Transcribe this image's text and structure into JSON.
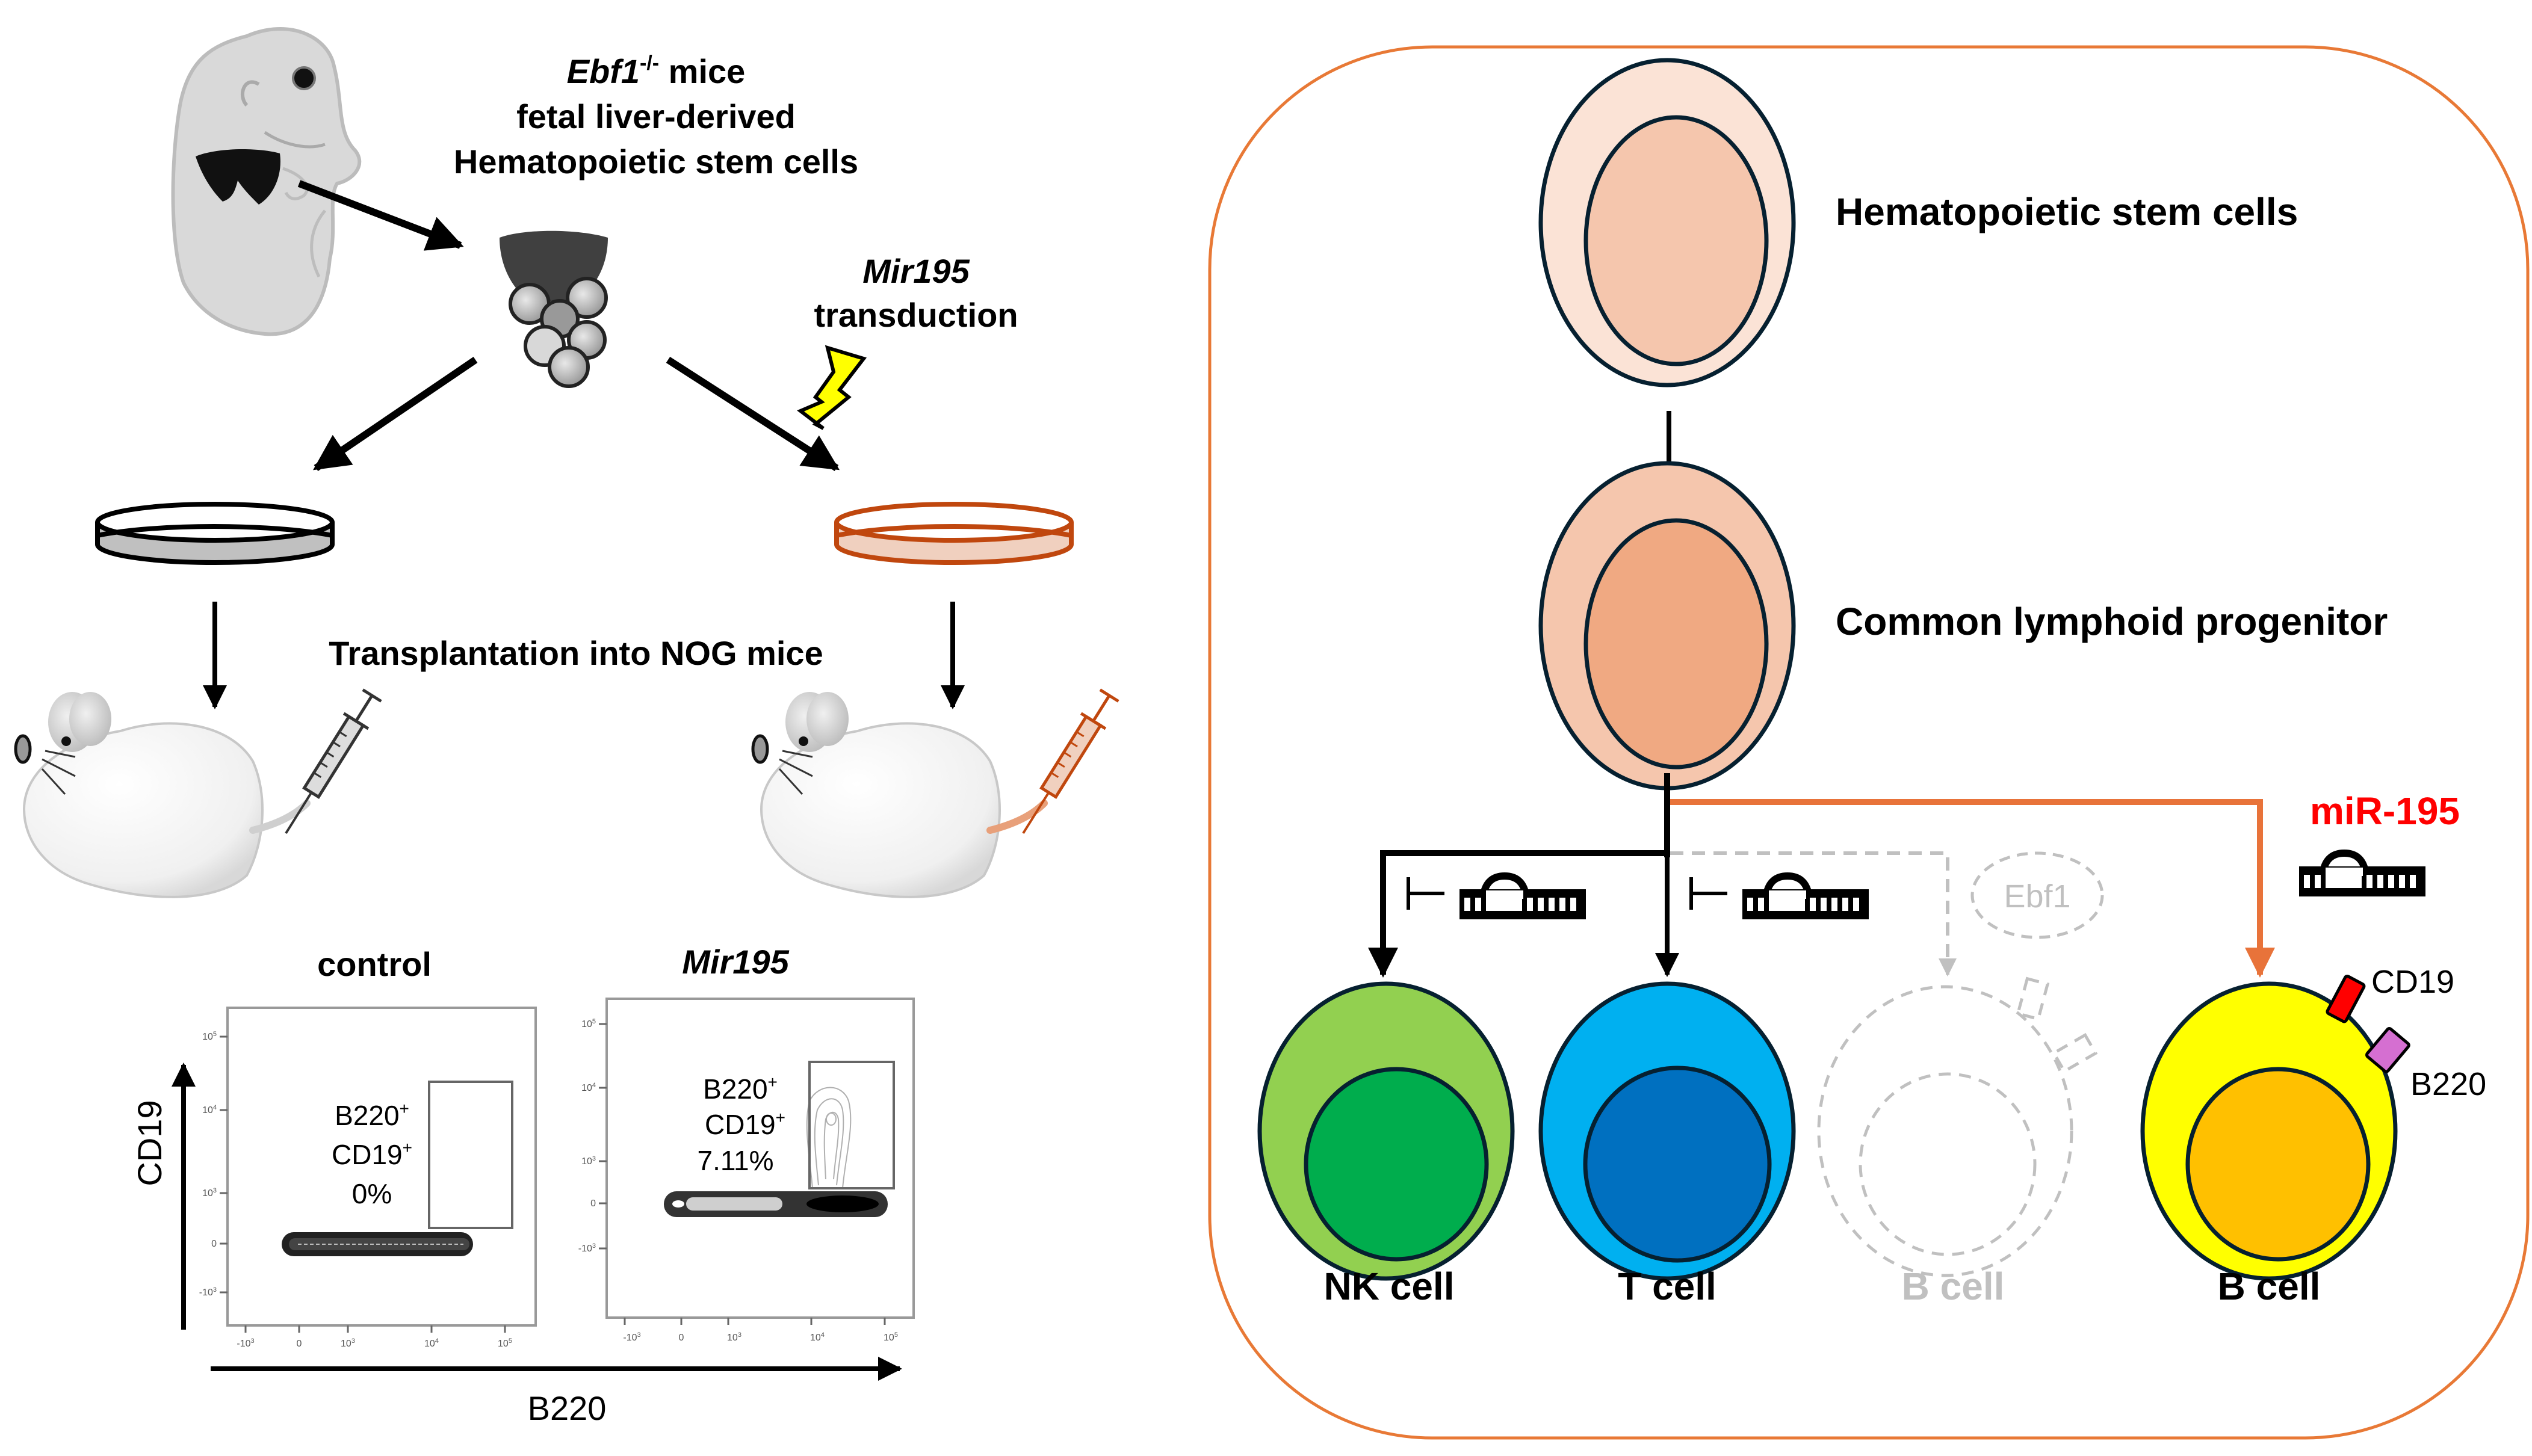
{
  "left_panel": {
    "source_label": {
      "line1_gene": "Ebf1",
      "line1_superscript": "-/-",
      "line1_rest": " mice",
      "line2": "fetal liver-derived",
      "line3": "Hematopoietic stem cells"
    },
    "transduction_label": {
      "line1": "Mir195",
      "line2": "transduction"
    },
    "transplant_label": "Transplantation into NOG mice",
    "plots": [
      {
        "title": "control",
        "title_italic": false,
        "gate_label_line1": "B220",
        "gate_label_line2": "CD19",
        "superscript": "+",
        "gate_percent": "0%"
      },
      {
        "title": "Mir195",
        "title_italic": true,
        "gate_label_line1": "B220",
        "gate_label_line2": "CD19",
        "superscript": "+",
        "gate_percent": "7.11%"
      }
    ],
    "axis_labels": {
      "x": "B220",
      "y": "CD19"
    },
    "x_ticks": [
      "-10",
      "0",
      "10",
      "10",
      "10"
    ],
    "x_tick_exps": [
      "3",
      "",
      "3",
      "4",
      "5"
    ],
    "y_ticks": [
      "-10",
      "0",
      "10",
      "10",
      "10"
    ],
    "y_tick_exps": [
      "3",
      "",
      "3",
      "4",
      "5"
    ]
  },
  "right_panel": {
    "hsc_label": "Hematopoietic stem cells",
    "clp_label": "Common lymphoid progenitor",
    "mirna_label": "miR-195",
    "ebf1_label": "Ebf1",
    "cd19_label": "CD19",
    "b220_label": "B220",
    "cells": [
      {
        "label": "NK cell",
        "muted": false
      },
      {
        "label": "T cell",
        "muted": false
      },
      {
        "label": "B cell",
        "muted": true
      },
      {
        "label": "B cell",
        "muted": false
      }
    ]
  },
  "colors": {
    "panel_border": "#e87936",
    "mirna_red": "#ff0000",
    "orange_arrow": "#e8733a",
    "hsc_outer": "#fbe3d6",
    "hsc_inner": "#f5c6ad",
    "clp_outer": "#f5c6ad",
    "clp_inner": "#f0a982",
    "nk_outer": "#92d050",
    "nk_inner": "#00ad4d",
    "t_outer": "#00b0f0",
    "t_inner": "#0070c0",
    "b_outer": "#ffff00",
    "b_inner": "#ffc000",
    "cd19_marker": "#ff0000",
    "b220_marker": "#d56fd1",
    "muted_gray": "#c0c0c0",
    "dish_orange": "#c0470e",
    "dish_orange_fill": "#f0d0bf",
    "dish_gray_fill": "#c0c0c0",
    "lightning": "#ffff00"
  }
}
